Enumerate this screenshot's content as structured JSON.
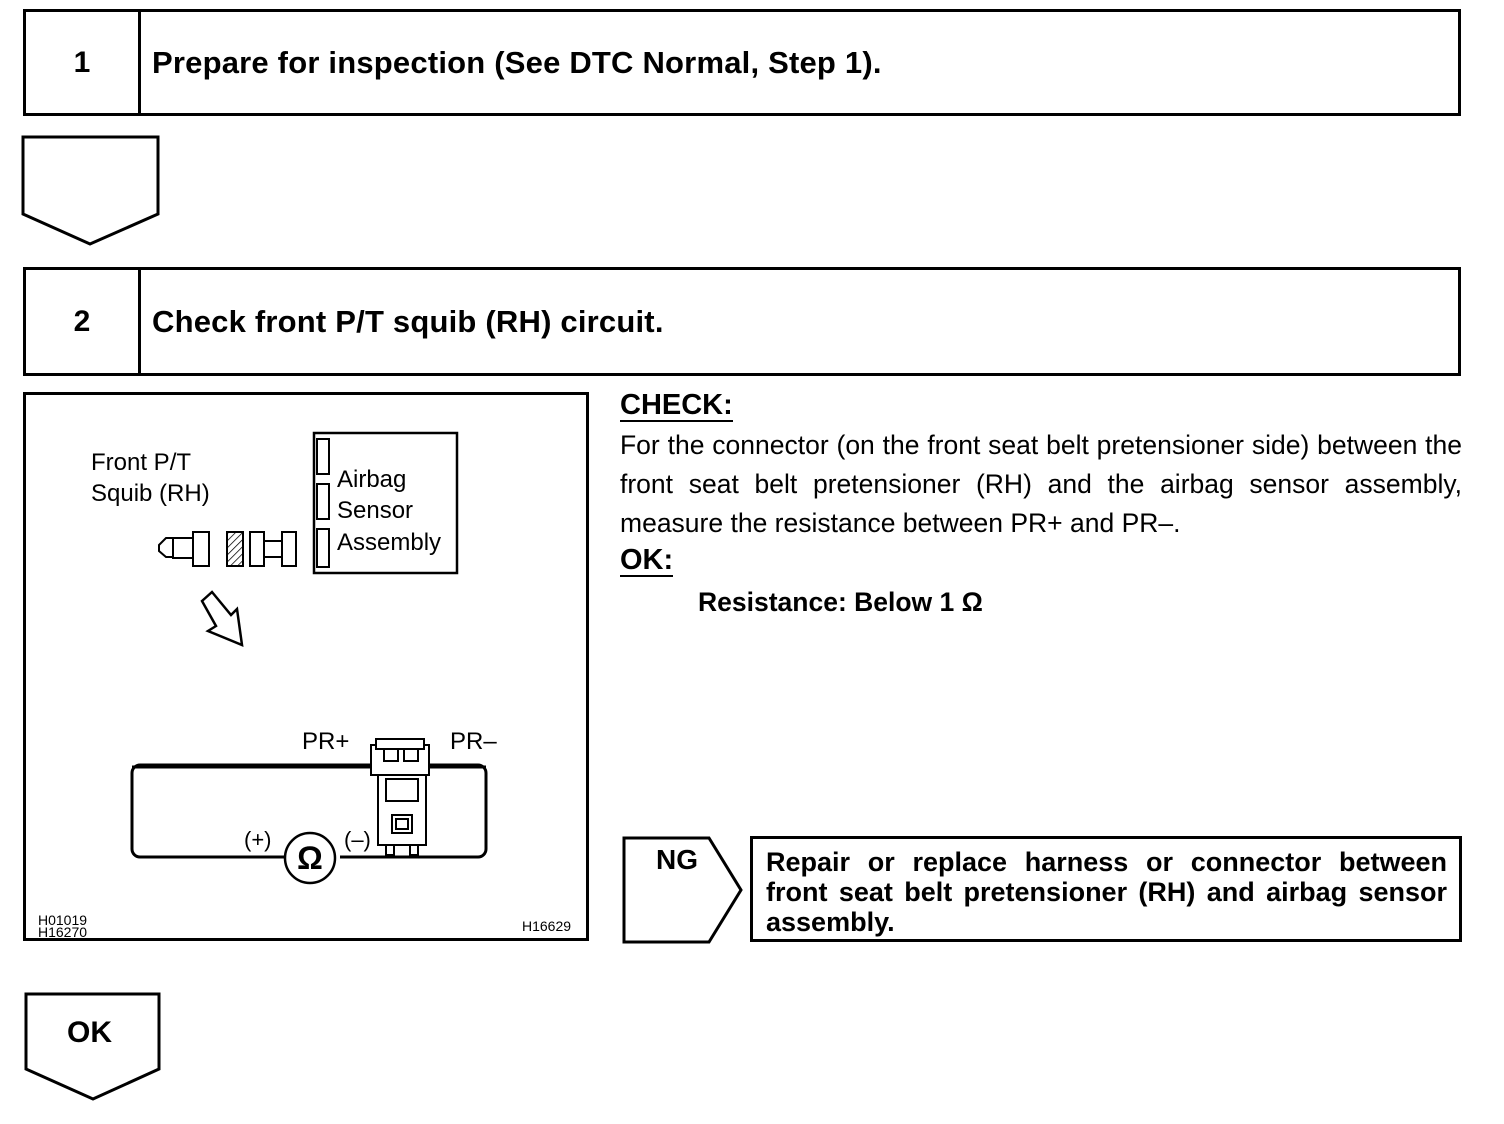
{
  "step1": {
    "number": "1",
    "title": "Prepare for inspection (See DTC Normal, Step 1)."
  },
  "step2": {
    "number": "2",
    "title": "Check front P/T squib (RH) circuit."
  },
  "figure": {
    "label_squib_line1": "Front P/T",
    "label_squib_line2": "Squib (RH)",
    "label_sensor_line1": "Airbag",
    "label_sensor_line2": "Sensor",
    "label_sensor_line3": "Assembly",
    "label_pr_plus": "PR+",
    "label_pr_minus": "PR–",
    "label_meter_plus": "(+)",
    "label_meter_minus": "(–)",
    "ohm_symbol": "Ω",
    "code_left_1": "H01019",
    "code_left_2": "H16270",
    "code_right": "H16629"
  },
  "check": {
    "heading": "CHECK:",
    "text": "For the connector (on the front seat belt pretensioner side) between the front seat belt pretensioner (RH) and the airbag sensor assembly, measure the resistance between PR+ and PR–.",
    "ok_heading": "OK:",
    "ok_value": "Resistance: Below 1 Ω"
  },
  "ng": {
    "label": "NG",
    "action": "Repair or replace harness or connector between front seat belt pretensioner (RH) and airbag sensor assembly."
  },
  "ok_arrow": {
    "label": "OK"
  }
}
